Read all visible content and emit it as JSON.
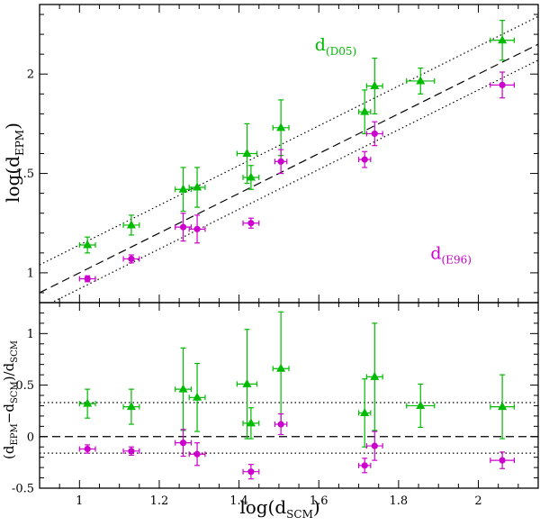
{
  "colors": {
    "d05": "#00bb00",
    "e96": "#cc00cc",
    "axes": "#000000"
  },
  "chart_data": [
    {
      "type": "scatter",
      "panel": "top",
      "ylabel": {
        "main": "log(d",
        "sub": "EPM",
        "end": ")"
      },
      "xlim": [
        0.9,
        2.15
      ],
      "ylim": [
        0.85,
        2.35
      ],
      "xticks": [
        1,
        1.2,
        1.4,
        1.6,
        1.8,
        2
      ],
      "yticks": [
        1,
        1.5,
        2
      ],
      "annotations": [
        {
          "main": "d",
          "sub": "(D05)",
          "color": "#00bb00"
        },
        {
          "main": "d",
          "sub": "(E96)",
          "color": "#cc00cc"
        }
      ],
      "lines": [
        {
          "style": "dashed",
          "slope": 1,
          "intercept": 0
        },
        {
          "style": "dotted",
          "slope": 1,
          "intercept": 0.14
        },
        {
          "style": "dotted",
          "slope": 1,
          "intercept": -0.08
        }
      ],
      "series": [
        {
          "marker": "triangle",
          "color": "#00bb00",
          "points": [
            {
              "x": 1.02,
              "y": 1.14,
              "xerr": 0.02,
              "yerr": 0.04
            },
            {
              "x": 1.13,
              "y": 1.24,
              "xerr": 0.02,
              "yerr": 0.05
            },
            {
              "x": 1.26,
              "y": 1.42,
              "xerr": 0.02,
              "yerr": 0.11
            },
            {
              "x": 1.295,
              "y": 1.43,
              "xerr": 0.02,
              "yerr": 0.1
            },
            {
              "x": 1.42,
              "y": 1.6,
              "xerr": 0.025,
              "yerr": 0.15
            },
            {
              "x": 1.43,
              "y": 1.48,
              "xerr": 0.02,
              "yerr": 0.06
            },
            {
              "x": 1.505,
              "y": 1.73,
              "xerr": 0.02,
              "yerr": 0.14
            },
            {
              "x": 1.715,
              "y": 1.81,
              "xerr": 0.015,
              "yerr": 0.11
            },
            {
              "x": 1.74,
              "y": 1.94,
              "xerr": 0.02,
              "yerr": 0.14
            },
            {
              "x": 1.855,
              "y": 1.965,
              "xerr": 0.035,
              "yerr": 0.065
            },
            {
              "x": 2.06,
              "y": 2.17,
              "xerr": 0.03,
              "yerr": 0.1
            }
          ]
        },
        {
          "marker": "circle",
          "color": "#cc00cc",
          "points": [
            {
              "x": 1.02,
              "y": 0.97,
              "xerr": 0.02,
              "yerr": 0.015
            },
            {
              "x": 1.13,
              "y": 1.07,
              "xerr": 0.02,
              "yerr": 0.02
            },
            {
              "x": 1.26,
              "y": 1.23,
              "xerr": 0.02,
              "yerr": 0.07
            },
            {
              "x": 1.295,
              "y": 1.22,
              "xerr": 0.02,
              "yerr": 0.07
            },
            {
              "x": 1.43,
              "y": 1.25,
              "xerr": 0.02,
              "yerr": 0.025
            },
            {
              "x": 1.505,
              "y": 1.56,
              "xerr": 0.015,
              "yerr": 0.06
            },
            {
              "x": 1.715,
              "y": 1.57,
              "xerr": 0.015,
              "yerr": 0.04
            },
            {
              "x": 1.74,
              "y": 1.7,
              "xerr": 0.02,
              "yerr": 0.06
            },
            {
              "x": 2.06,
              "y": 1.945,
              "xerr": 0.03,
              "yerr": 0.065
            }
          ]
        }
      ]
    },
    {
      "type": "scatter",
      "panel": "bottom",
      "xlabel": {
        "main": "log(d",
        "sub": "SCM",
        "end": ")"
      },
      "ylabel": {
        "main": "(d",
        "sub": "EPM",
        "mid": "−d",
        "sub2": "SCM",
        "end": ")/d",
        "sub3": "SCM"
      },
      "xlim": [
        0.9,
        2.15
      ],
      "ylim": [
        -0.5,
        1.3
      ],
      "xticks": [
        1,
        1.2,
        1.4,
        1.6,
        1.8,
        2
      ],
      "xticklabels": [
        "1",
        "1.2",
        "1.4",
        "1.6",
        "1.8",
        "2"
      ],
      "yticks": [
        -0.5,
        0,
        0.5,
        1
      ],
      "lines": [
        {
          "style": "dashed",
          "y": 0
        },
        {
          "style": "dotted",
          "y": 0.33
        },
        {
          "style": "dotted",
          "y": -0.16
        }
      ],
      "series": [
        {
          "marker": "triangle",
          "color": "#00bb00",
          "points": [
            {
              "x": 1.02,
              "y": 0.32,
              "xerr": 0.02,
              "yerr": 0.14
            },
            {
              "x": 1.13,
              "y": 0.29,
              "xerr": 0.02,
              "yerr": 0.17
            },
            {
              "x": 1.26,
              "y": 0.46,
              "xerr": 0.02,
              "yerr": 0.4
            },
            {
              "x": 1.295,
              "y": 0.38,
              "xerr": 0.02,
              "yerr": 0.33
            },
            {
              "x": 1.42,
              "y": 0.51,
              "xerr": 0.025,
              "yerr": 0.53
            },
            {
              "x": 1.43,
              "y": 0.13,
              "xerr": 0.02,
              "yerr": 0.15
            },
            {
              "x": 1.505,
              "y": 0.66,
              "xerr": 0.02,
              "yerr": 0.55
            },
            {
              "x": 1.715,
              "y": 0.23,
              "xerr": 0.015,
              "yerr": 0.33
            },
            {
              "x": 1.74,
              "y": 0.58,
              "xerr": 0.02,
              "yerr": 0.52
            },
            {
              "x": 1.855,
              "y": 0.3,
              "xerr": 0.035,
              "yerr": 0.21
            },
            {
              "x": 2.06,
              "y": 0.29,
              "xerr": 0.03,
              "yerr": 0.31
            }
          ]
        },
        {
          "marker": "circle",
          "color": "#cc00cc",
          "points": [
            {
              "x": 1.02,
              "y": -0.12,
              "xerr": 0.02,
              "yerr": 0.04
            },
            {
              "x": 1.13,
              "y": -0.14,
              "xerr": 0.02,
              "yerr": 0.04
            },
            {
              "x": 1.26,
              "y": -0.06,
              "xerr": 0.02,
              "yerr": 0.13
            },
            {
              "x": 1.295,
              "y": -0.17,
              "xerr": 0.02,
              "yerr": 0.11
            },
            {
              "x": 1.43,
              "y": -0.34,
              "xerr": 0.02,
              "yerr": 0.07
            },
            {
              "x": 1.505,
              "y": 0.12,
              "xerr": 0.015,
              "yerr": 0.1
            },
            {
              "x": 1.715,
              "y": -0.28,
              "xerr": 0.015,
              "yerr": 0.07
            },
            {
              "x": 1.74,
              "y": -0.09,
              "xerr": 0.02,
              "yerr": 0.14
            },
            {
              "x": 2.06,
              "y": -0.23,
              "xerr": 0.03,
              "yerr": 0.08
            }
          ]
        }
      ]
    }
  ]
}
